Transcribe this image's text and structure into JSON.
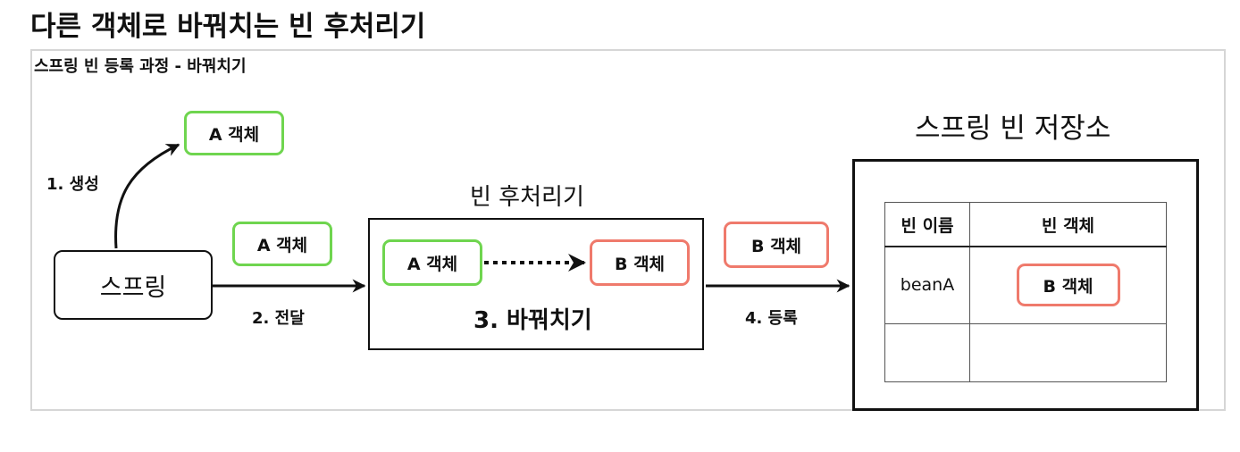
{
  "page_title": "다른 객체로 바꿔치는 빈 후처리기",
  "panel_title": "스프링 빈 등록 과정 - 바꿔치기",
  "spring_label": "스프링",
  "step1_label": "1. 생성",
  "step2_label": "2. 전달",
  "step3_label": "3. 바꿔치기",
  "step4_label": "4. 등록",
  "object_a_label": "A 객체",
  "object_b_label": "B 객체",
  "postprocessor_title": "빈 후처리기",
  "store_title": "스프링 빈 저장소",
  "store_table": {
    "headers": [
      "빈 이름",
      "빈 객체"
    ],
    "row1_name": "beanA",
    "row1_object": "B 객체"
  },
  "colors": {
    "green": "#6fd54f",
    "red": "#ef7a6c",
    "border": "#111111"
  }
}
